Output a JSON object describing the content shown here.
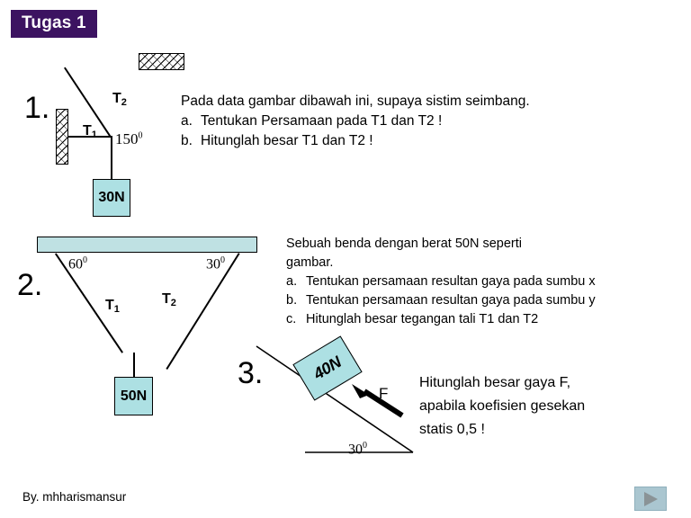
{
  "slide": {
    "title": "Tugas 1",
    "footer": "By. mhharismansur",
    "accent_color": "#3c1361",
    "box_fill": "#ade0e3",
    "bar_fill": "#bfe1e3"
  },
  "problems": [
    {
      "number": "1.",
      "intro": "Pada data gambar dibawah ini, supaya sistim seimbang.",
      "items": [
        {
          "marker": "a.",
          "text": "Tentukan Persamaan pada T1 dan T2 !"
        },
        {
          "marker": "b.",
          "text": "Hitunglah besar T1 dan T2 !"
        }
      ],
      "diagram": {
        "weight_label": "30N",
        "rope_labels": {
          "t1": "T",
          "t1_sub": "1",
          "t2": "T",
          "t2_sub": "2"
        },
        "angle": "150",
        "angle_unit": "0"
      }
    },
    {
      "number": "2.",
      "intro_lines": [
        "Sebuah benda dengan berat 50N seperti",
        "gambar."
      ],
      "items": [
        {
          "marker": "a.",
          "text": "Tentukan persamaan resultan gaya pada sumbu x"
        },
        {
          "marker": "b.",
          "text": "Tentukan persamaan resultan gaya pada sumbu y"
        },
        {
          "marker": "c.",
          "text": "Hitunglah besar tegangan tali T1 dan T2"
        }
      ],
      "diagram": {
        "weight_label": "50N",
        "rope_labels": {
          "t1": "T",
          "t1_sub": "1",
          "t2": "T",
          "t2_sub": "2"
        },
        "angle_left": "60",
        "angle_right": "30",
        "angle_unit": "0"
      }
    },
    {
      "number": "3.",
      "lines": [
        "Hitunglah besar gaya F,",
        "apabila koefisien gesekan",
        "statis 0,5 !"
      ],
      "diagram": {
        "weight_label": "40N",
        "force_label": "F",
        "angle": "30",
        "angle_unit": "0"
      }
    }
  ],
  "navigation": {
    "next_label": "next-slide"
  }
}
